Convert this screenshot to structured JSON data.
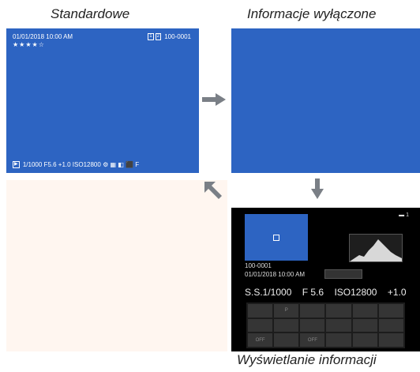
{
  "captions": {
    "standard": "Standardowe",
    "info_off": "Informacje wyłączone",
    "info_on": "Wyświetlanie informacji"
  },
  "standard_panel": {
    "datetime": "01/01/2018 10:00 AM",
    "rating": "★★★★☆",
    "frame_icon_1": "1",
    "frame_icon_2": "2",
    "frame_number": "100-0001",
    "playback_icon": "▶",
    "bottom_info": "1/1000  F5.6  +1.0  ISO12800",
    "bottom_icons": "⚙ ▦ ◧ ⬛ F"
  },
  "info_panel": {
    "battery": "▬ 1",
    "frame_number": "100-0001",
    "datetime": "01/01/2018 10:00 AM",
    "shutter": "S.S.1/1000",
    "aperture": "F 5.6",
    "iso": "ISO12800",
    "exposure_comp": "+1.0",
    "grid_cells": [
      "",
      "P",
      "",
      "",
      "",
      "",
      "",
      "",
      "",
      "",
      "",
      "",
      "OFF",
      "",
      "OFF",
      "",
      "",
      ""
    ]
  },
  "colors": {
    "screen_blue": "#2d64c2",
    "arrow_gray": "#7a7f86",
    "blank_panel": "#fff6f0"
  }
}
